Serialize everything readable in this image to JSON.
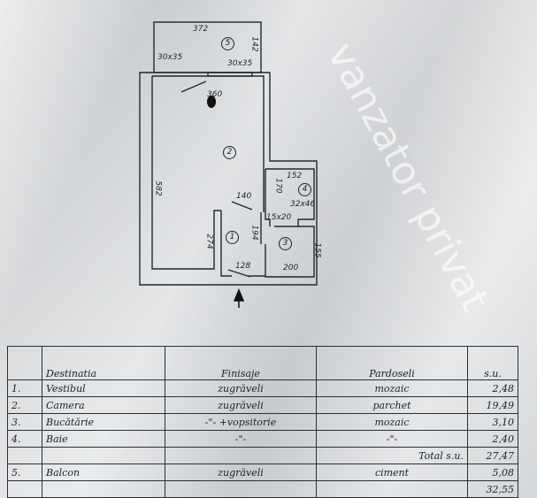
{
  "plan": {
    "rooms": [
      {
        "id": "1"
      },
      {
        "id": "2"
      },
      {
        "id": "3"
      },
      {
        "id": "4"
      },
      {
        "id": "5"
      }
    ],
    "dimensions": {
      "balcony_width": "372",
      "balcony_depth": "142",
      "window_left": "30x35",
      "window_right": "30x35",
      "door_swing": "360",
      "room2_length": "582",
      "room1_side": "274",
      "door_140": "140",
      "room1_depth": "194",
      "room1_width": "128",
      "kitchen_width": "200",
      "kitchen_depth": "155",
      "bath_width": "152",
      "bath_depth": "170",
      "bath_window": "32x46",
      "vent": "15x20"
    }
  },
  "watermark": "vanzator privat",
  "table": {
    "headers": {
      "destinatia": "Destinatia",
      "finisaje": "Finisaje",
      "pardoseli": "Pardoseli",
      "su": "s.u."
    },
    "rows": [
      {
        "nr": "1.",
        "destinatia": "Vestibul",
        "finisaje": "zugrăveli",
        "pardoseli": "mozaic",
        "su": "2,48"
      },
      {
        "nr": "2.",
        "destinatia": "Camera",
        "finisaje": "zugrăveli",
        "pardoseli": "parchet",
        "su": "19,49"
      },
      {
        "nr": "3.",
        "destinatia": "Bucătărie",
        "finisaje": "-\"- +vopsitorie",
        "pardoseli": "mozaic",
        "su": "3,10"
      },
      {
        "nr": "4.",
        "destinatia": "Baie",
        "finisaje": "-\"-",
        "pardoseli": "-\"-",
        "su": "2,40"
      }
    ],
    "total_label": "Total s.u.",
    "total_value": "27,47",
    "balcon": {
      "nr": "5.",
      "destinatia": "Balcon",
      "finisaje": "zugrăveli",
      "pardoseli": "ciment",
      "su": "5,08"
    },
    "grand_total": "32,55"
  }
}
